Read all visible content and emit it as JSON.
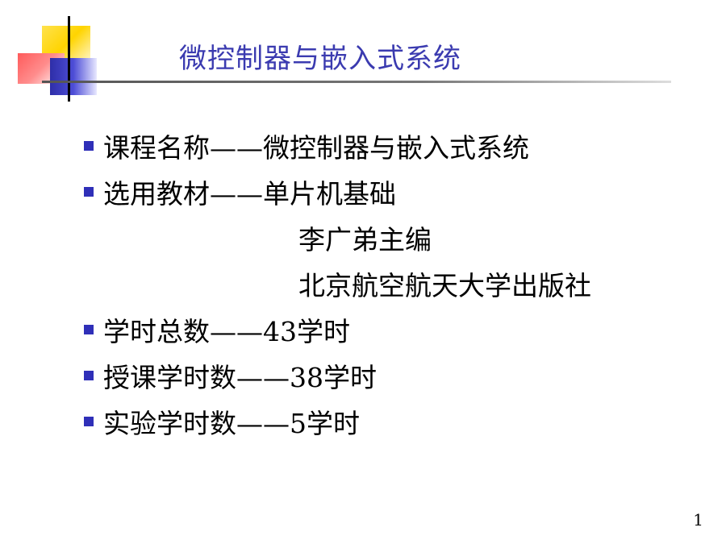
{
  "slide": {
    "title": "微控制器与嵌入式系统",
    "page_number": "1",
    "colors": {
      "title": "#3b3bb0",
      "bullet": "#2f2fb8",
      "logo_yellow": "#ffd400",
      "logo_red": "#ff5a5a",
      "logo_blue": "#2e2ea8"
    },
    "bullet_icon": "square-bullet-icon",
    "items": [
      {
        "text": "课程名称——微控制器与嵌入式系统"
      },
      {
        "text": "选用教材——单片机基础"
      },
      {
        "text": "李广弟主编"
      },
      {
        "text": "北京航空航天大学出版社"
      },
      {
        "text": "学时总数——43学时"
      },
      {
        "text": "授课学时数——38学时"
      },
      {
        "text": "实验学时数——5学时"
      }
    ]
  }
}
